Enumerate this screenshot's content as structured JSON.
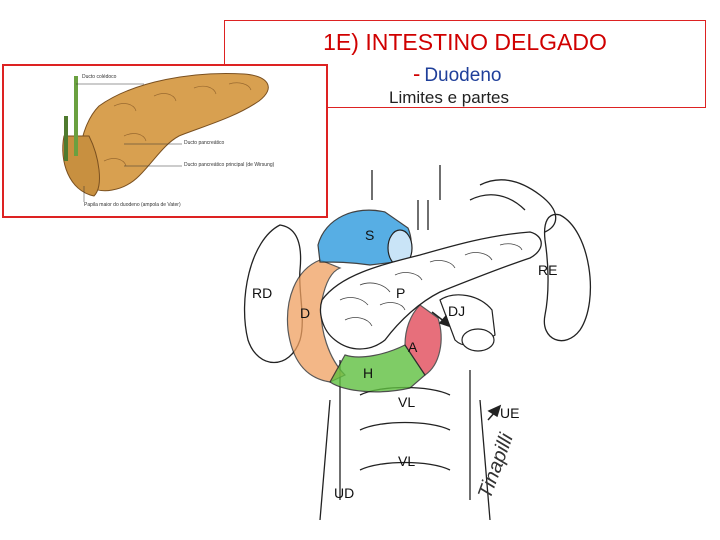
{
  "header": {
    "title": "1E) INTESTINO DELGADO",
    "subtitle_dash": "-",
    "subtitle": "Duodeno",
    "subtitle2": "Limites e partes"
  },
  "inset": {
    "labels": [
      "Ducto colédoco",
      "Ducto pancreático",
      "Ducto pancreático principal (de Wirsung)",
      "Papila maior do duodeno (ampola de Vater)"
    ]
  },
  "diagram": {
    "labels": {
      "S": "S",
      "RE": "RE",
      "RD": "RD",
      "P": "P",
      "DJ": "DJ",
      "D": "D",
      "A": "A",
      "H": "H",
      "VL1": "VL",
      "UE": "UE",
      "VL2": "VL",
      "UD": "UD"
    },
    "colors": {
      "superior": "#3aa0e0",
      "descending": "#f0a060",
      "horizontal": "#60c040",
      "ascending": "#e04050",
      "pancreas": "#ffffff",
      "inset_pancreas": "#d8a050",
      "inset_duodenum": "#c89040",
      "inset_bileduct": "#6aa040"
    },
    "signature": "Tinapilli"
  }
}
